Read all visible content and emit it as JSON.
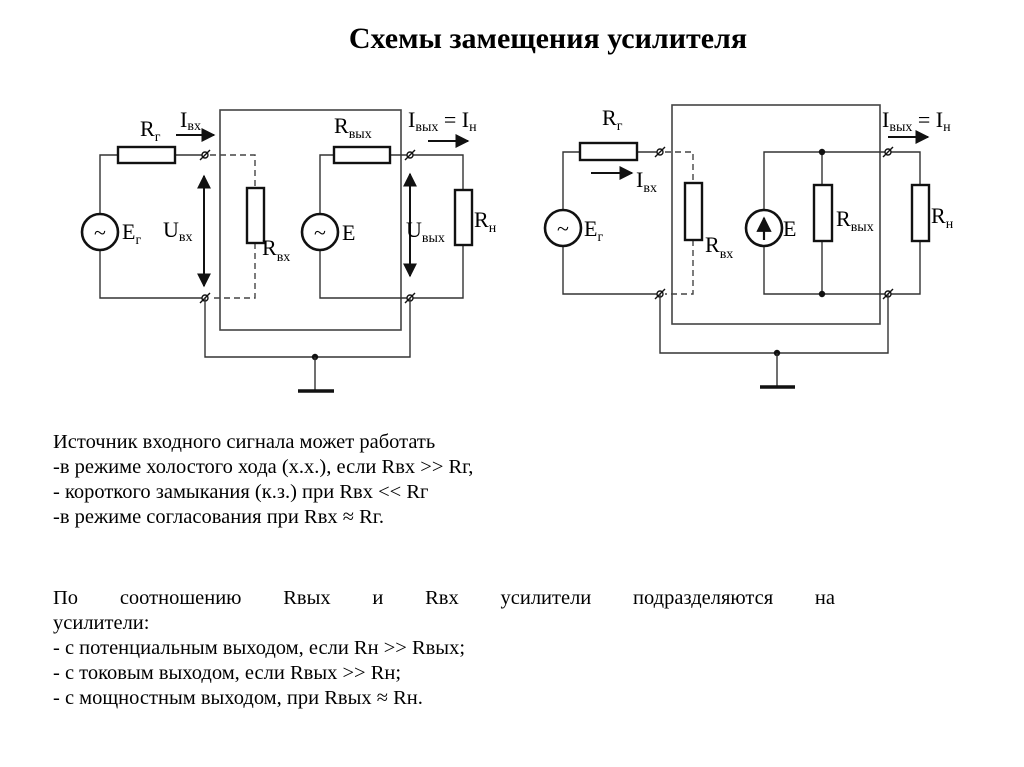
{
  "slide": {
    "title": "Схемы замещения усилителя"
  },
  "diagram_left": {
    "name": "equivalent circuit with voltage source output",
    "labels": {
      "rg": {
        "main": "R",
        "sub": "г"
      },
      "ivx": {
        "main": "I",
        "sub": "вх"
      },
      "eg": {
        "main": "E",
        "sub": "г"
      },
      "uvx": {
        "main": "U",
        "sub": "вх"
      },
      "rvx": {
        "main": "R",
        "sub": "вх"
      },
      "rvyx": {
        "main": "R",
        "sub": "вых"
      },
      "e": {
        "main": "E"
      },
      "ivyx": {
        "main": "I",
        "sub": "вых",
        "eq": " = I",
        "sub2": "н"
      },
      "uvyx": {
        "main": "U",
        "sub": "вых"
      },
      "rn": {
        "main": "R",
        "sub": "н"
      }
    },
    "source_symbols": {
      "input_source": "~",
      "output_source": "~"
    }
  },
  "diagram_right": {
    "name": "equivalent circuit with current source output",
    "labels": {
      "rg": {
        "main": "R",
        "sub": "г"
      },
      "ivx": {
        "main": "I",
        "sub": "вх"
      },
      "eg": {
        "main": "E",
        "sub": "г"
      },
      "rvx": {
        "main": "R",
        "sub": "вх"
      },
      "e": {
        "main": "E"
      },
      "rvyx": {
        "main": "R",
        "sub": "вых"
      },
      "ivyx": {
        "main": "I",
        "sub": "вых",
        "eq": " = I",
        "sub2": "н"
      },
      "rn": {
        "main": "R",
        "sub": "н"
      }
    },
    "source_symbols": {
      "input_source": "~",
      "output_source": "current-arrow-up"
    }
  },
  "text": {
    "block1": [
      "Источник входного сигнала может работать",
      "-в режиме холостого хода (х.х.), если Rвх >> Rг,",
      "- короткого замыкания (к.з.) при Rвх << Rг",
      "-в режиме согласования при Rвх ≈ Rг."
    ],
    "block2": [
      "По соотношению Rвых и Rвх усилители подразделяются на",
      "усилители:",
      "- с потенциальным выходом, если Rн >> Rвых;",
      "- с токовым выходом, если Rвых >> Rн;",
      "- с мощностным выходом, при Rвых ≈ Rн."
    ]
  }
}
